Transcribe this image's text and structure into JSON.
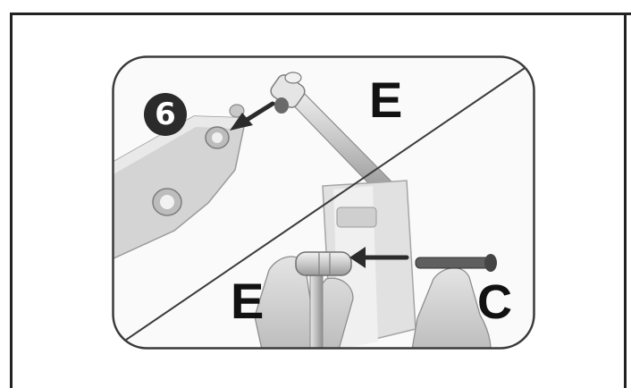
{
  "step": {
    "number": "6"
  },
  "labels": {
    "part_e_top": "E",
    "part_e_bottom": "E",
    "part_c": "C"
  },
  "colors": {
    "frame": "#222222",
    "panel_border": "#3a3a3a",
    "arrow": "#2b2b2b",
    "badge": "#2b2b2b"
  }
}
